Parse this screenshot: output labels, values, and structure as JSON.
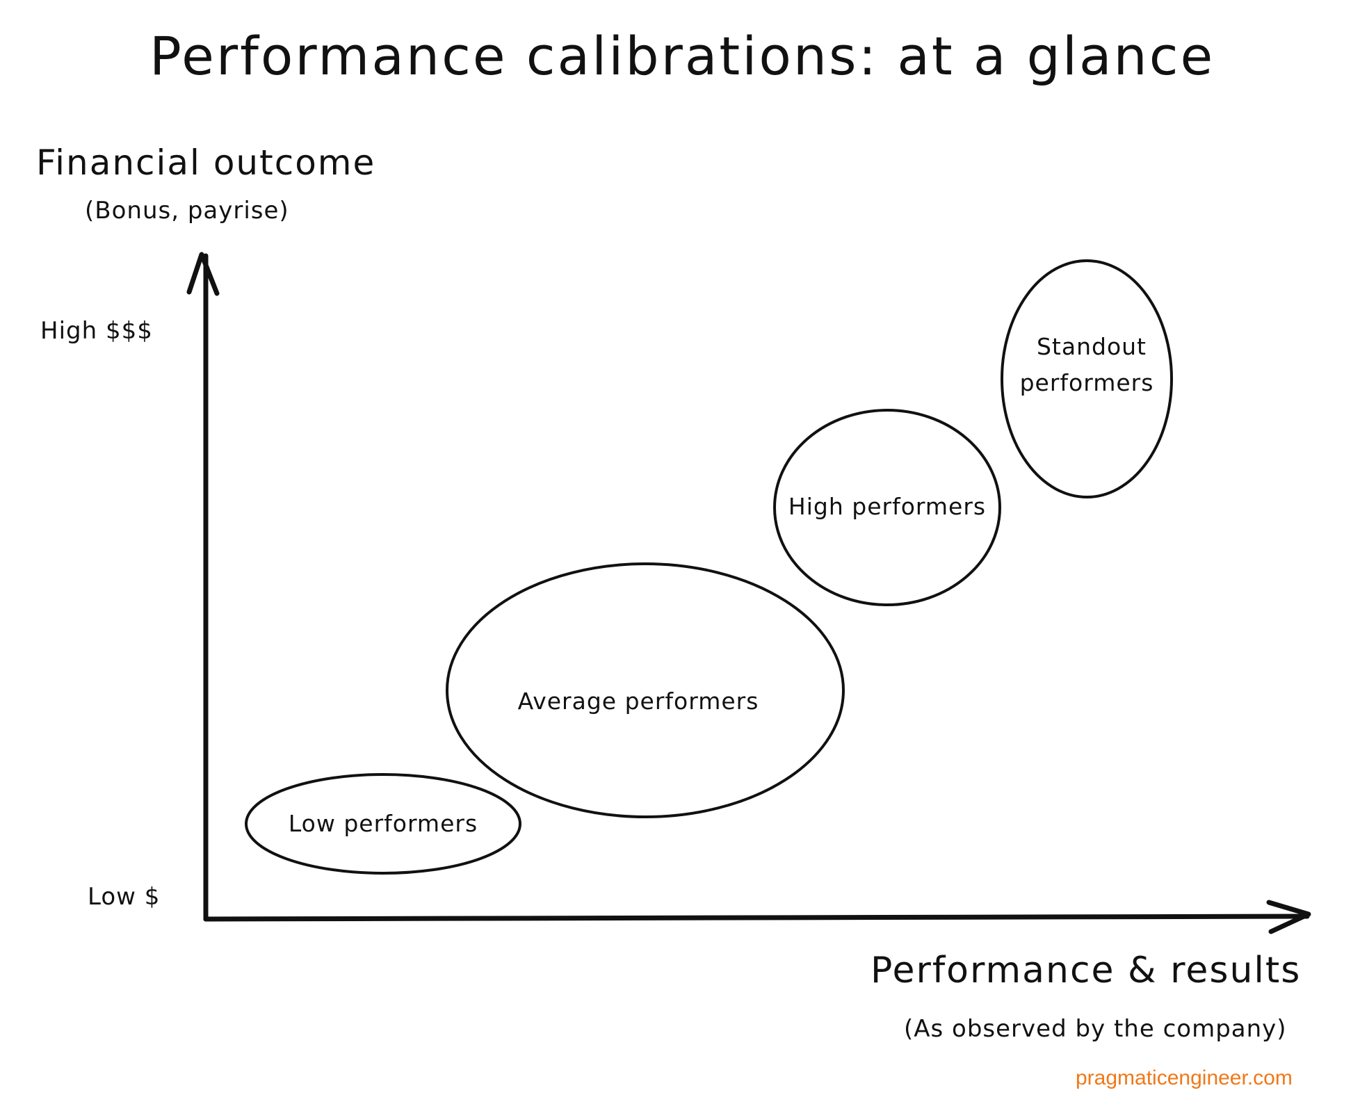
{
  "title": "Performance calibrations: at a glance",
  "y_axis": {
    "title": "Financial outcome",
    "subtitle": "(Bonus, payrise)",
    "high_label": "High $$$",
    "low_label": "Low $"
  },
  "x_axis": {
    "title": "Performance & results",
    "subtitle": "(As observed by the company)"
  },
  "groups": [
    {
      "label": "Low performers",
      "lines": [
        "Low performers"
      ]
    },
    {
      "label": "Average performers",
      "lines": [
        "Average performers"
      ]
    },
    {
      "label": "High performers",
      "lines": [
        "High performers"
      ]
    },
    {
      "label": "Standout performers",
      "lines": [
        "Standout",
        "performers"
      ]
    }
  ],
  "watermark": "pragmaticengineer.com",
  "colors": {
    "ink": "#111111",
    "background": "#ffffff",
    "watermark": "#f07818"
  }
}
